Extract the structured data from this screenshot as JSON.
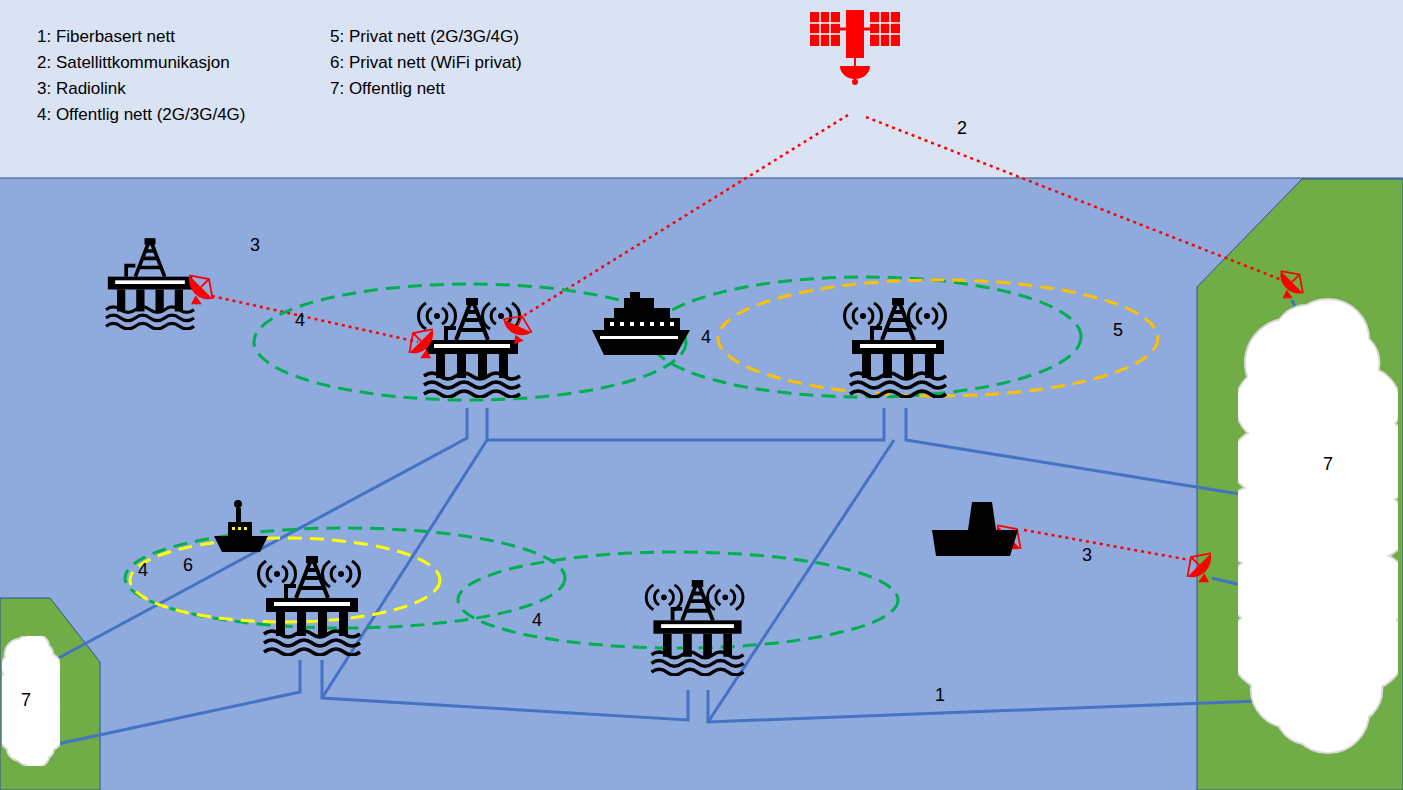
{
  "diagram": {
    "nodes": [
      {
        "text": [
          "7"
        ]
      },
      {
        "text": [
          "7"
        ]
      }
    ],
    "labels": [
      "2",
      "3",
      "4",
      "5",
      "4",
      "3",
      "6",
      "4",
      "4",
      "1"
    ],
    "legend": [
      {
        "text": "1: Fiberbasert nett"
      },
      {
        "text": "2: Satellittkommunikasjon"
      },
      {
        "text": "3: Radiolink"
      },
      {
        "text": "4: Offentlig nett (2G/3G/4G)"
      },
      {
        "text": "5: Privat nett (2G/3G/4G)"
      },
      {
        "text": "6: Privat nett (WiFi privat)"
      },
      {
        "text": "7: Offentlig nett"
      }
    ]
  }
}
